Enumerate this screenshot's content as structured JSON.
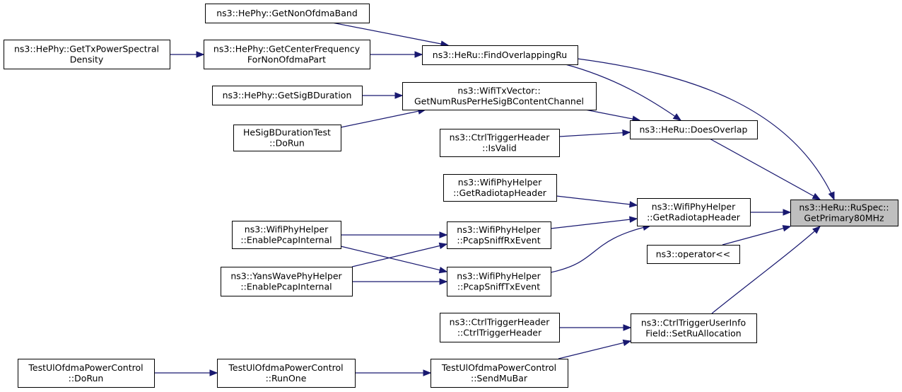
{
  "diagram": {
    "type": "caller-graph",
    "nodes": [
      {
        "id": "target",
        "lines": [
          "ns3::HeRu::RuSpec::",
          "GetPrimary80MHz"
        ],
        "highlighted": true
      },
      {
        "id": "findOverlappingRu",
        "lines": [
          "ns3::HeRu::FindOverlappingRu"
        ]
      },
      {
        "id": "doesOverlap",
        "lines": [
          "ns3::HeRu::DoesOverlap"
        ]
      },
      {
        "id": "getRadiotapHeader",
        "lines": [
          "ns3::WifiPhyHelper",
          "::GetRadiotapHeader"
        ]
      },
      {
        "id": "operatorStream",
        "lines": [
          "ns3::operator<<"
        ]
      },
      {
        "id": "setRuAllocation",
        "lines": [
          "ns3::CtrlTriggerUserInfo",
          "Field::SetRuAllocation"
        ]
      },
      {
        "id": "getNonOfdmaBand",
        "lines": [
          "ns3::HePhy::GetNonOfdmaBand"
        ]
      },
      {
        "id": "getCenterFrequency",
        "lines": [
          "ns3::HePhy::GetCenterFrequency",
          "ForNonOfdmaPart"
        ]
      },
      {
        "id": "getTxPowerSpectralDensity",
        "lines": [
          "ns3::HePhy::GetTxPowerSpectral",
          "Density"
        ]
      },
      {
        "id": "getNumRus",
        "lines": [
          "ns3::WifiTxVector::",
          "GetNumRusPerHeSigBContentChannel"
        ]
      },
      {
        "id": "getSigBDuration",
        "lines": [
          "ns3::HePhy::GetSigBDuration"
        ]
      },
      {
        "id": "heSigBDurationTest",
        "lines": [
          "HeSigBDurationTest",
          "::DoRun"
        ]
      },
      {
        "id": "isValid",
        "lines": [
          "ns3::CtrlTriggerHeader",
          "::IsValid"
        ]
      },
      {
        "id": "getRadiotapHeader2",
        "lines": [
          "ns3::WifiPhyHelper",
          "::GetRadiotapHeader"
        ]
      },
      {
        "id": "pcapSniffRxEvent",
        "lines": [
          "ns3::WifiPhyHelper",
          "::PcapSniffRxEvent"
        ]
      },
      {
        "id": "pcapSniffTxEvent",
        "lines": [
          "ns3::WifiPhyHelper",
          "::PcapSniffTxEvent"
        ]
      },
      {
        "id": "wifiEnablePcap",
        "lines": [
          "ns3::WifiPhyHelper",
          "::EnablePcapInternal"
        ]
      },
      {
        "id": "yansEnablePcap",
        "lines": [
          "ns3::YansWavePhyHelper",
          "::EnablePcapInternal"
        ]
      },
      {
        "id": "ctrlTriggerHeader",
        "lines": [
          "ns3::CtrlTriggerHeader",
          "::CtrlTriggerHeader"
        ]
      },
      {
        "id": "sendMuBar",
        "lines": [
          "TestUlOfdmaPowerControl",
          "::SendMuBar"
        ]
      },
      {
        "id": "runOne",
        "lines": [
          "TestUlOfdmaPowerControl",
          "::RunOne"
        ]
      },
      {
        "id": "doRun",
        "lines": [
          "TestUlOfdmaPowerControl",
          "::DoRun"
        ]
      }
    ],
    "edges": [
      {
        "from": "findOverlappingRu",
        "to": "target"
      },
      {
        "from": "doesOverlap",
        "to": "target"
      },
      {
        "from": "getRadiotapHeader",
        "to": "target"
      },
      {
        "from": "operatorStream",
        "to": "target"
      },
      {
        "from": "setRuAllocation",
        "to": "target"
      },
      {
        "from": "getNonOfdmaBand",
        "to": "findOverlappingRu"
      },
      {
        "from": "getCenterFrequency",
        "to": "findOverlappingRu"
      },
      {
        "from": "getTxPowerSpectralDensity",
        "to": "getCenterFrequency"
      },
      {
        "from": "findOverlappingRu",
        "to": "doesOverlap"
      },
      {
        "from": "getNumRus",
        "to": "doesOverlap"
      },
      {
        "from": "isValid",
        "to": "doesOverlap"
      },
      {
        "from": "getSigBDuration",
        "to": "getNumRus"
      },
      {
        "from": "heSigBDurationTest",
        "to": "getNumRus"
      },
      {
        "from": "getRadiotapHeader2",
        "to": "getRadiotapHeader"
      },
      {
        "from": "pcapSniffRxEvent",
        "to": "getRadiotapHeader"
      },
      {
        "from": "pcapSniffTxEvent",
        "to": "getRadiotapHeader"
      },
      {
        "from": "wifiEnablePcap",
        "to": "pcapSniffRxEvent"
      },
      {
        "from": "yansEnablePcap",
        "to": "pcapSniffRxEvent"
      },
      {
        "from": "wifiEnablePcap",
        "to": "pcapSniffTxEvent"
      },
      {
        "from": "yansEnablePcap",
        "to": "pcapSniffTxEvent"
      },
      {
        "from": "ctrlTriggerHeader",
        "to": "setRuAllocation"
      },
      {
        "from": "sendMuBar",
        "to": "setRuAllocation"
      },
      {
        "from": "runOne",
        "to": "sendMuBar"
      },
      {
        "from": "doRun",
        "to": "runOne"
      }
    ]
  }
}
